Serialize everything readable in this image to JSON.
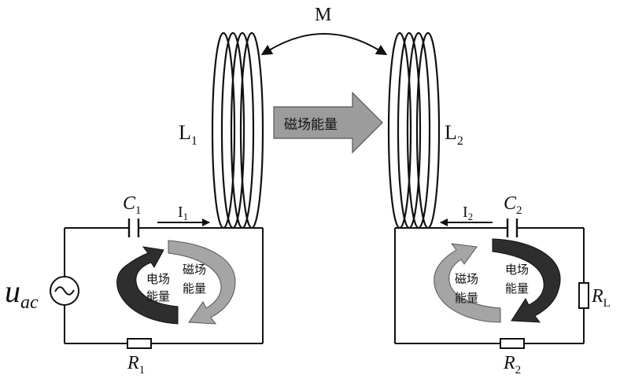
{
  "labels": {
    "mutual": "M",
    "L1": {
      "main": "L",
      "sub": "1"
    },
    "L2": {
      "main": "L",
      "sub": "2"
    },
    "C1": {
      "main": "C",
      "sub": "1"
    },
    "C2": {
      "main": "C",
      "sub": "2"
    },
    "I1": {
      "main": "I",
      "sub": "1"
    },
    "I2": {
      "main": "I",
      "sub": "2"
    },
    "R1": {
      "main": "R",
      "sub": "1"
    },
    "R2": {
      "main": "R",
      "sub": "2"
    },
    "RL": {
      "main": "R",
      "sub": "L"
    },
    "source": {
      "main": "u",
      "sub": "ac"
    }
  },
  "transfer_label": "磁场能量",
  "left_loop": {
    "electric": [
      "电场",
      "能量"
    ],
    "magnetic": [
      "磁场",
      "能量"
    ]
  },
  "right_loop": {
    "magnetic": [
      "磁场",
      "能量"
    ],
    "electric": [
      "电场",
      "能量"
    ]
  },
  "colors": {
    "line": "#111111",
    "dark_arrow": "#2b2b2b",
    "light_arrow": "#9a9a9a",
    "transfer_arrow": "#9c9c9c"
  }
}
